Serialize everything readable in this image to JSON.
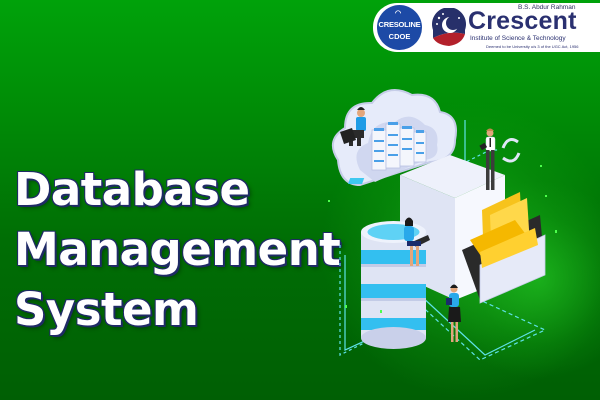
{
  "banner": {
    "title_lines": [
      "Database",
      "Management",
      "System"
    ],
    "colors": {
      "background_top": "#00a20a",
      "background_bottom": "#005f04",
      "title_text": "#ffffff",
      "title_outline": "#1f2a66",
      "accent_cyan": "#33c7f0",
      "folder_yellow": "#f7c31c"
    }
  },
  "logos": {
    "cdoe_badge": {
      "line1": "CRESOLINE",
      "line2": "CDOE",
      "icon": "wifi-icon"
    },
    "crescent": {
      "top_line": "B.S. Abdur Rahman",
      "name": "Crescent",
      "subtitle": "Institute of Science & Technology",
      "tagline": "Deemed to be University u/s 3 of the UGC Act, 1956",
      "icon": "crescent-moon-emblem"
    }
  },
  "illustration": {
    "elements": [
      "cloud-server-icon",
      "database-cylinder-icon",
      "file-cabinet-icon",
      "folders-icon",
      "sync-arrows-icon",
      "person-with-laptop",
      "person-with-tablet",
      "woman-with-laptop",
      "woman-with-clipboard"
    ]
  }
}
